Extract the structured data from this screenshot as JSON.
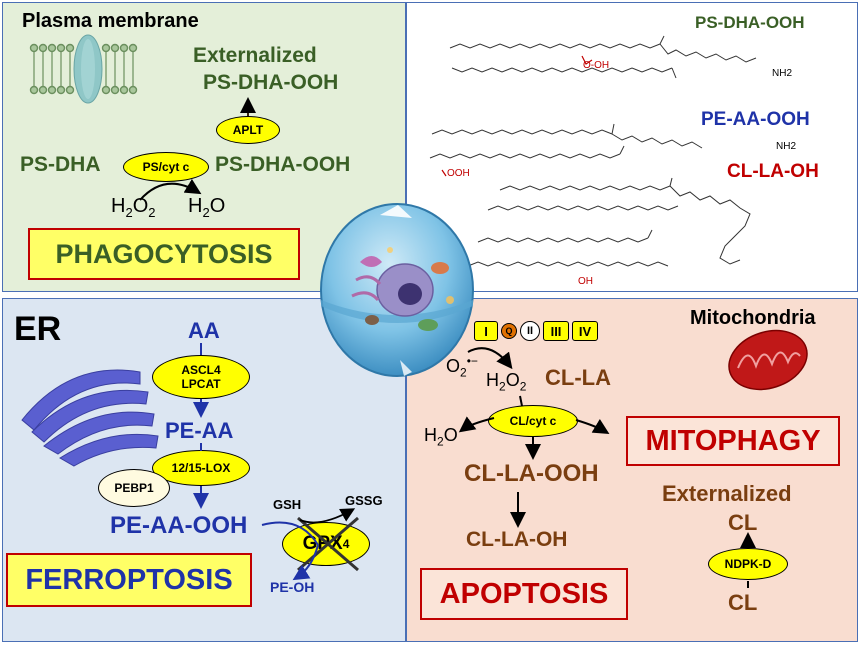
{
  "top_left": {
    "header": "Plasma membrane",
    "externalized": "Externalized",
    "product_top": "PS-DHA-OOH",
    "enzyme_aplt": "APLT",
    "substrate": "PS-DHA",
    "enzyme_center": "PS/cyt c",
    "product": "PS-DHA-OOH",
    "h2o2": "H2O2",
    "h2o": "H2O",
    "process": "PHAGOCYTOSIS"
  },
  "top_right": {
    "label_ps": "PS-DHA-OOH",
    "label_pe": "PE-AA-OOH",
    "label_cl": "CL-LA-OH",
    "group_ooh_1": "O-OH",
    "group_nh2_1": "NH2",
    "group_ooh_2": "OOH",
    "group_nh2_2": "NH2",
    "group_oh": "OH"
  },
  "bottom_left": {
    "organelle": "ER",
    "aa": "AA",
    "enzyme_1": "ASCL4\nLPCAT",
    "pe_aa": "PE-AA",
    "enzyme_lox": "12/15-LOX",
    "pebp1": "PEBP1",
    "pe_aa_ooh": "PE-AA-OOH",
    "gsh": "GSH",
    "gssg": "GSSG",
    "gpx": "GPX",
    "gpx_sub": "4",
    "pe_oh": "PE-OH",
    "process": "FERROPTOSIS"
  },
  "bottom_right": {
    "organelle": "Mitochondria",
    "complexes": [
      "I",
      "Q",
      "II",
      "III",
      "IV"
    ],
    "o2": "O2",
    "h2o2": "H2O2",
    "cl_la": "CL-LA",
    "h2o": "H2O",
    "enzyme": "CL/cyt c",
    "cl_la_ooh": "CL-LA-OOH",
    "cl_la_oh": "CL-LA-OH",
    "process_apoptosis": "APOPTOSIS",
    "process_mitophagy": "MITOPHAGY",
    "externalized": "Externalized",
    "cl_top": "CL",
    "enzyme_ndpk": "NDPK-D",
    "cl_bottom": "CL"
  },
  "colors": {
    "green_text": "#3a5f26",
    "blue_text": "#1f33a8",
    "brown_text": "#7a3e10",
    "red_text": "#c00000",
    "yellow": "#ffff00"
  }
}
